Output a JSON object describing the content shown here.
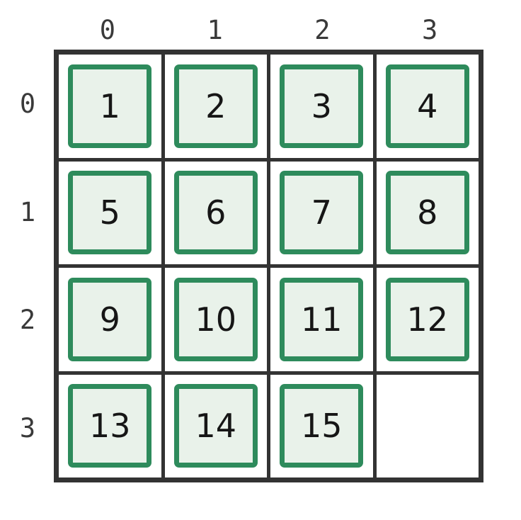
{
  "board": {
    "rows": 4,
    "cols": 4,
    "column_labels": [
      "0",
      "1",
      "2",
      "3"
    ],
    "row_labels": [
      "0",
      "1",
      "2",
      "3"
    ],
    "tiles": [
      [
        "1",
        "2",
        "3",
        "4"
      ],
      [
        "5",
        "6",
        "7",
        "8"
      ],
      [
        "9",
        "10",
        "11",
        "12"
      ],
      [
        "13",
        "14",
        "15",
        ""
      ]
    ],
    "empty_cell": {
      "row": 3,
      "col": 3
    }
  },
  "colors": {
    "background": "#ffffff",
    "grid_line": "#333333",
    "tile_border": "#2e8b5c",
    "tile_fill": "#e9f2ea",
    "tile_text": "#161616",
    "axis_label": "#3a3a3a"
  }
}
